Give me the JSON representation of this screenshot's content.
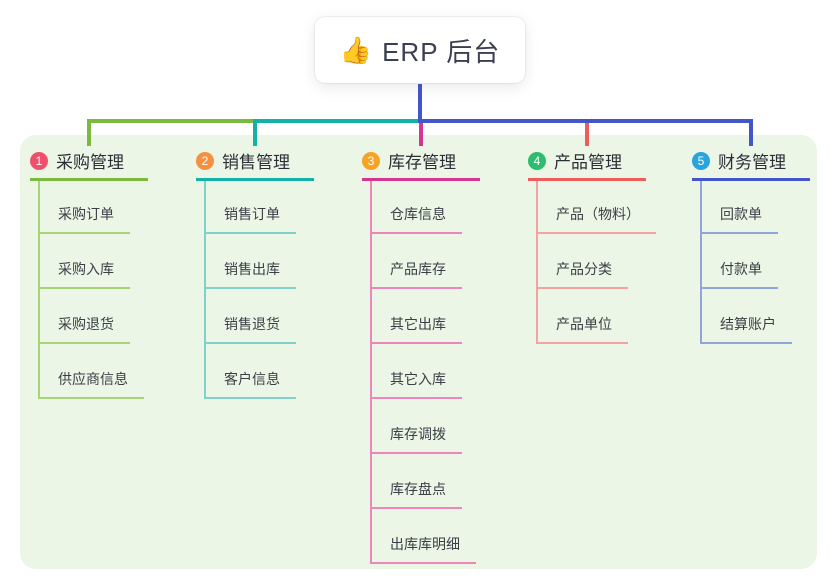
{
  "root": {
    "icon": "👍",
    "label": "ERP 后台"
  },
  "panel": {
    "background_color": "#ebf6e7"
  },
  "connector": {
    "stem_color": "#4355cb"
  },
  "branches": [
    {
      "num": "1",
      "label": "采购管理",
      "badge_color": "#f1506c",
      "line_color": "#7cb93f",
      "child_line_color": "#a6d478",
      "children": [
        "采购订单",
        "采购入库",
        "采购退货",
        "供应商信息"
      ]
    },
    {
      "num": "2",
      "label": "销售管理",
      "badge_color": "#f7903e",
      "line_color": "#13b2a6",
      "child_line_color": "#7ed2ca",
      "children": [
        "销售订单",
        "销售出库",
        "销售退货",
        "客户信息"
      ]
    },
    {
      "num": "3",
      "label": "库存管理",
      "badge_color": "#f7a326",
      "line_color": "#d63690",
      "child_line_color": "#ec86bd",
      "children": [
        "仓库信息",
        "产品库存",
        "其它出库",
        "其它入库",
        "库存调拨",
        "库存盘点",
        "出库库明细"
      ]
    },
    {
      "num": "4",
      "label": "产品管理",
      "badge_color": "#2dbd6e",
      "line_color": "#f05b5b",
      "child_line_color": "#f4a19f",
      "children": [
        "产品（物料）",
        "产品分类",
        "产品单位"
      ]
    },
    {
      "num": "5",
      "label": "财务管理",
      "badge_color": "#2ba3dc",
      "line_color": "#4355cb",
      "child_line_color": "#92a4dc",
      "children": [
        "回款单",
        "付款单",
        "结算账户"
      ]
    }
  ]
}
